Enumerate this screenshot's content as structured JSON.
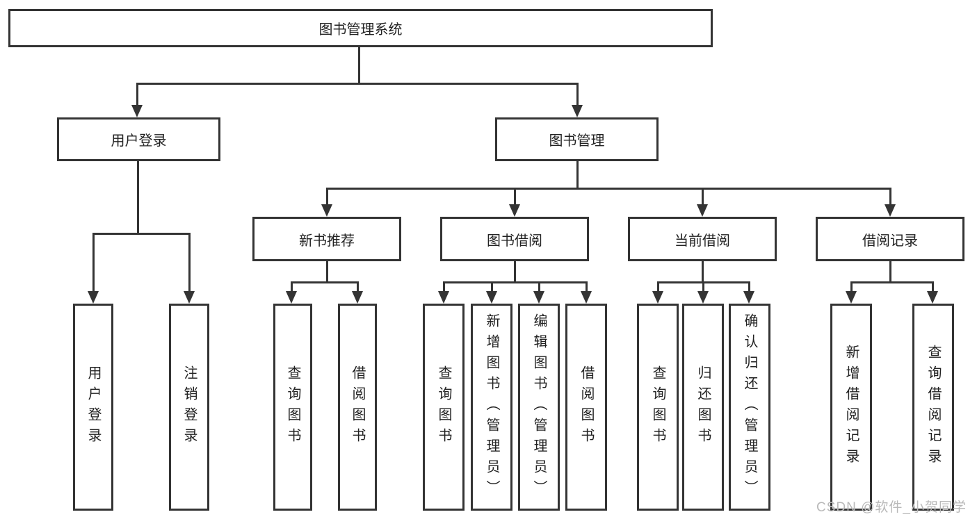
{
  "root": {
    "label": "图书管理系统"
  },
  "branches": {
    "user_login": {
      "label": "用户登录"
    },
    "book_mgmt": {
      "label": "图书管理"
    }
  },
  "sections": {
    "new_book_rec": {
      "label": "新书推荐"
    },
    "book_borrow": {
      "label": "图书借阅"
    },
    "current_borrow": {
      "label": "当前借阅"
    },
    "borrow_record": {
      "label": "借阅记录"
    }
  },
  "leaves": {
    "login": {
      "label": "用户登录"
    },
    "logout": {
      "label": "注销登录"
    },
    "rec_query_book": {
      "label": "查询图书"
    },
    "rec_borrow_book": {
      "label": "借阅图书"
    },
    "bb_query_book": {
      "label": "查询图书"
    },
    "bb_add_book": {
      "label": "新增图书（管理员）"
    },
    "bb_edit_book": {
      "label": "编辑图书（管理员）"
    },
    "bb_borrow_book": {
      "label": "借阅图书"
    },
    "cb_query_book": {
      "label": "查询图书"
    },
    "cb_return_book": {
      "label": "归还图书"
    },
    "cb_confirm_return": {
      "label": "确认归还（管理员）"
    },
    "br_add_record": {
      "label": "新增借阅记录"
    },
    "br_query_record": {
      "label": "查询借阅记录"
    }
  },
  "watermark": {
    "text": "CSDN @软件_小贺同学"
  },
  "colors": {
    "line": "#343434",
    "text": "#222222",
    "watermark": "#b9b9b9",
    "background": "#ffffff"
  }
}
